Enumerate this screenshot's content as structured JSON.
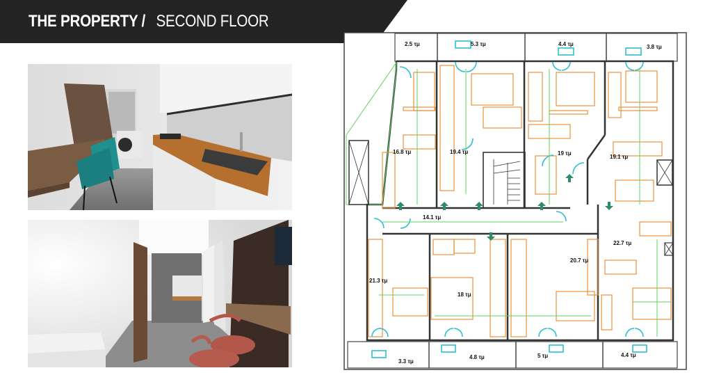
{
  "header": {
    "title_bold": "THE PROPERTY /",
    "title_light": "SECOND FLOOR",
    "background_color": "#232323"
  },
  "photos": [
    {
      "id": "kitchen-render",
      "description": "Kitchen interior render with wooden counter, sink, hob, teal bar stools and washing machine"
    },
    {
      "id": "studio-render",
      "description": "Studio interior render with bed, wardrobe, kitchenette and red bar stools"
    }
  ],
  "floor_plan": {
    "unit": "τμ",
    "balconies_top": [
      {
        "label": "2.5 τμ"
      },
      {
        "label": "5.3 τμ"
      },
      {
        "label": "4.4 τμ"
      },
      {
        "label": "3.8 τμ"
      }
    ],
    "balconies_bottom": [
      {
        "label": "3.3 τμ"
      },
      {
        "label": "4.8 τμ"
      },
      {
        "label": "5 τμ"
      },
      {
        "label": "4.4 τμ"
      }
    ],
    "apartments": [
      {
        "label": "16.8 τμ"
      },
      {
        "label": "19.4 τμ"
      },
      {
        "label": "19 τμ"
      },
      {
        "label": "19.1 τμ"
      },
      {
        "label": "14.1 τμ"
      },
      {
        "label": "22.7 τμ"
      },
      {
        "label": "21.3 τμ"
      },
      {
        "label": "18 τμ"
      },
      {
        "label": "20.7 τμ"
      }
    ],
    "colors": {
      "walls": "#333333",
      "furniture": "#e8913a",
      "doors": "#2bbfcf",
      "axis_green": "#5fd35f",
      "axis_pink": "#e85b9a"
    }
  }
}
